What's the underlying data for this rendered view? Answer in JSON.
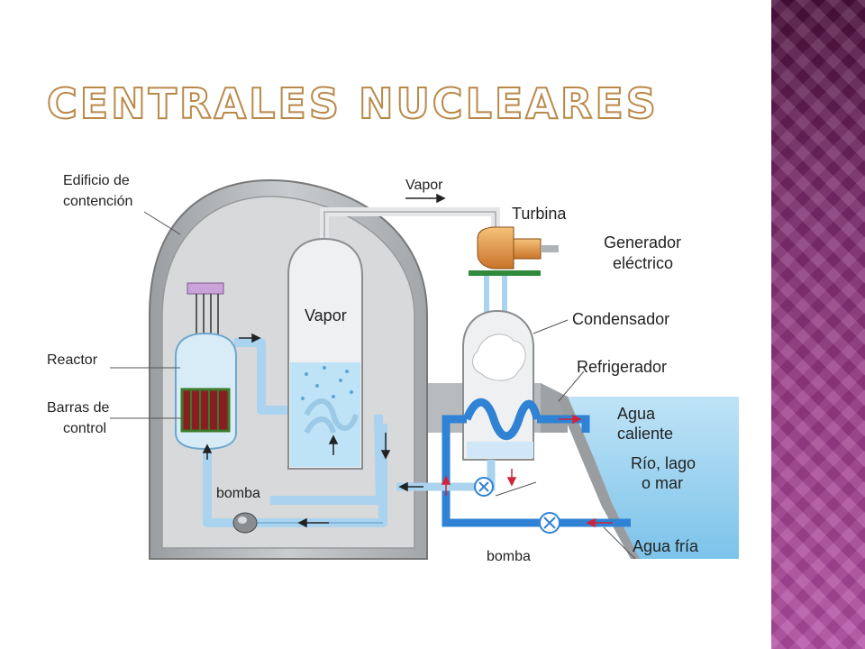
{
  "slide": {
    "title": "Centrales nucleares",
    "accent_color": "#b44ea3",
    "title_outline_color": "#b9894a"
  },
  "diagram": {
    "labels": {
      "edificio_1": "Edificio de",
      "edificio_2": "contención",
      "vapor_top": "Vapor",
      "turbina": "Turbina",
      "generador_1": "Generador",
      "generador_2": "eléctrico",
      "vapor_tank": "Vapor",
      "condensador": "Condensador",
      "reactor": "Reactor",
      "refrigerador": "Refrigerador",
      "barras_1": "Barras de",
      "barras_2": "control",
      "agua_caliente_1": "Agua",
      "agua_caliente_2": "caliente",
      "rio_1": "Río, lago",
      "rio_2": "o mar",
      "bomba_left": "bomba",
      "bomba_bottom": "bomba",
      "agua_fria": "Agua fría"
    }
  }
}
